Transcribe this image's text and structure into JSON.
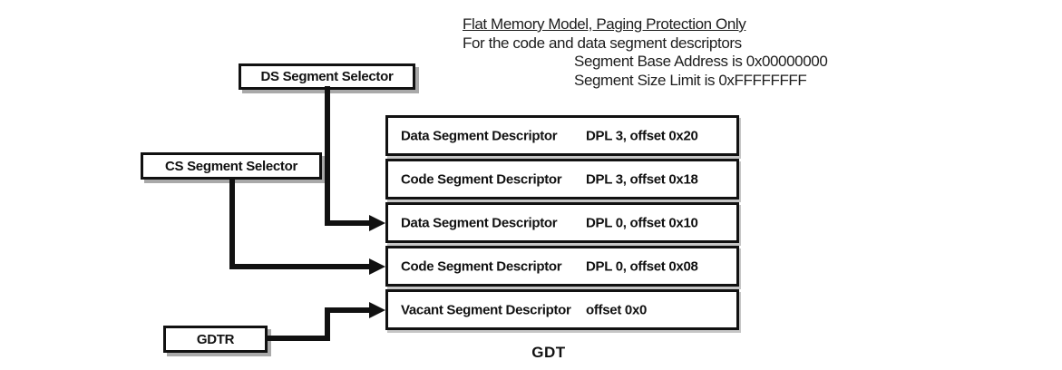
{
  "note": {
    "title": "Flat Memory Model, Paging Protection Only",
    "line1": "For the code and data segment descriptors",
    "line2": "Segment Base Address is 0x00000000",
    "line3": "Segment Size Limit is 0xFFFFFFFF"
  },
  "selectors": {
    "ds_label": "DS Segment Selector",
    "cs_label": "CS Segment Selector",
    "gdtr_label": "GDTR"
  },
  "gdt": {
    "caption": "GDT",
    "rows": [
      {
        "label": "Data Segment Descriptor",
        "value": "DPL 3, offset 0x20"
      },
      {
        "label": "Code Segment Descriptor",
        "value": "DPL 3, offset 0x18"
      },
      {
        "label": "Data Segment Descriptor",
        "value": "DPL 0, offset 0x10"
      },
      {
        "label": "Code Segment Descriptor",
        "value": "DPL 0, offset 0x08"
      },
      {
        "label": "Vacant Segment Descriptor",
        "value": "offset 0x0"
      }
    ]
  },
  "colors": {
    "ink": "#111111",
    "background": "#ffffff",
    "box_shadow": "#a9a9a9"
  }
}
